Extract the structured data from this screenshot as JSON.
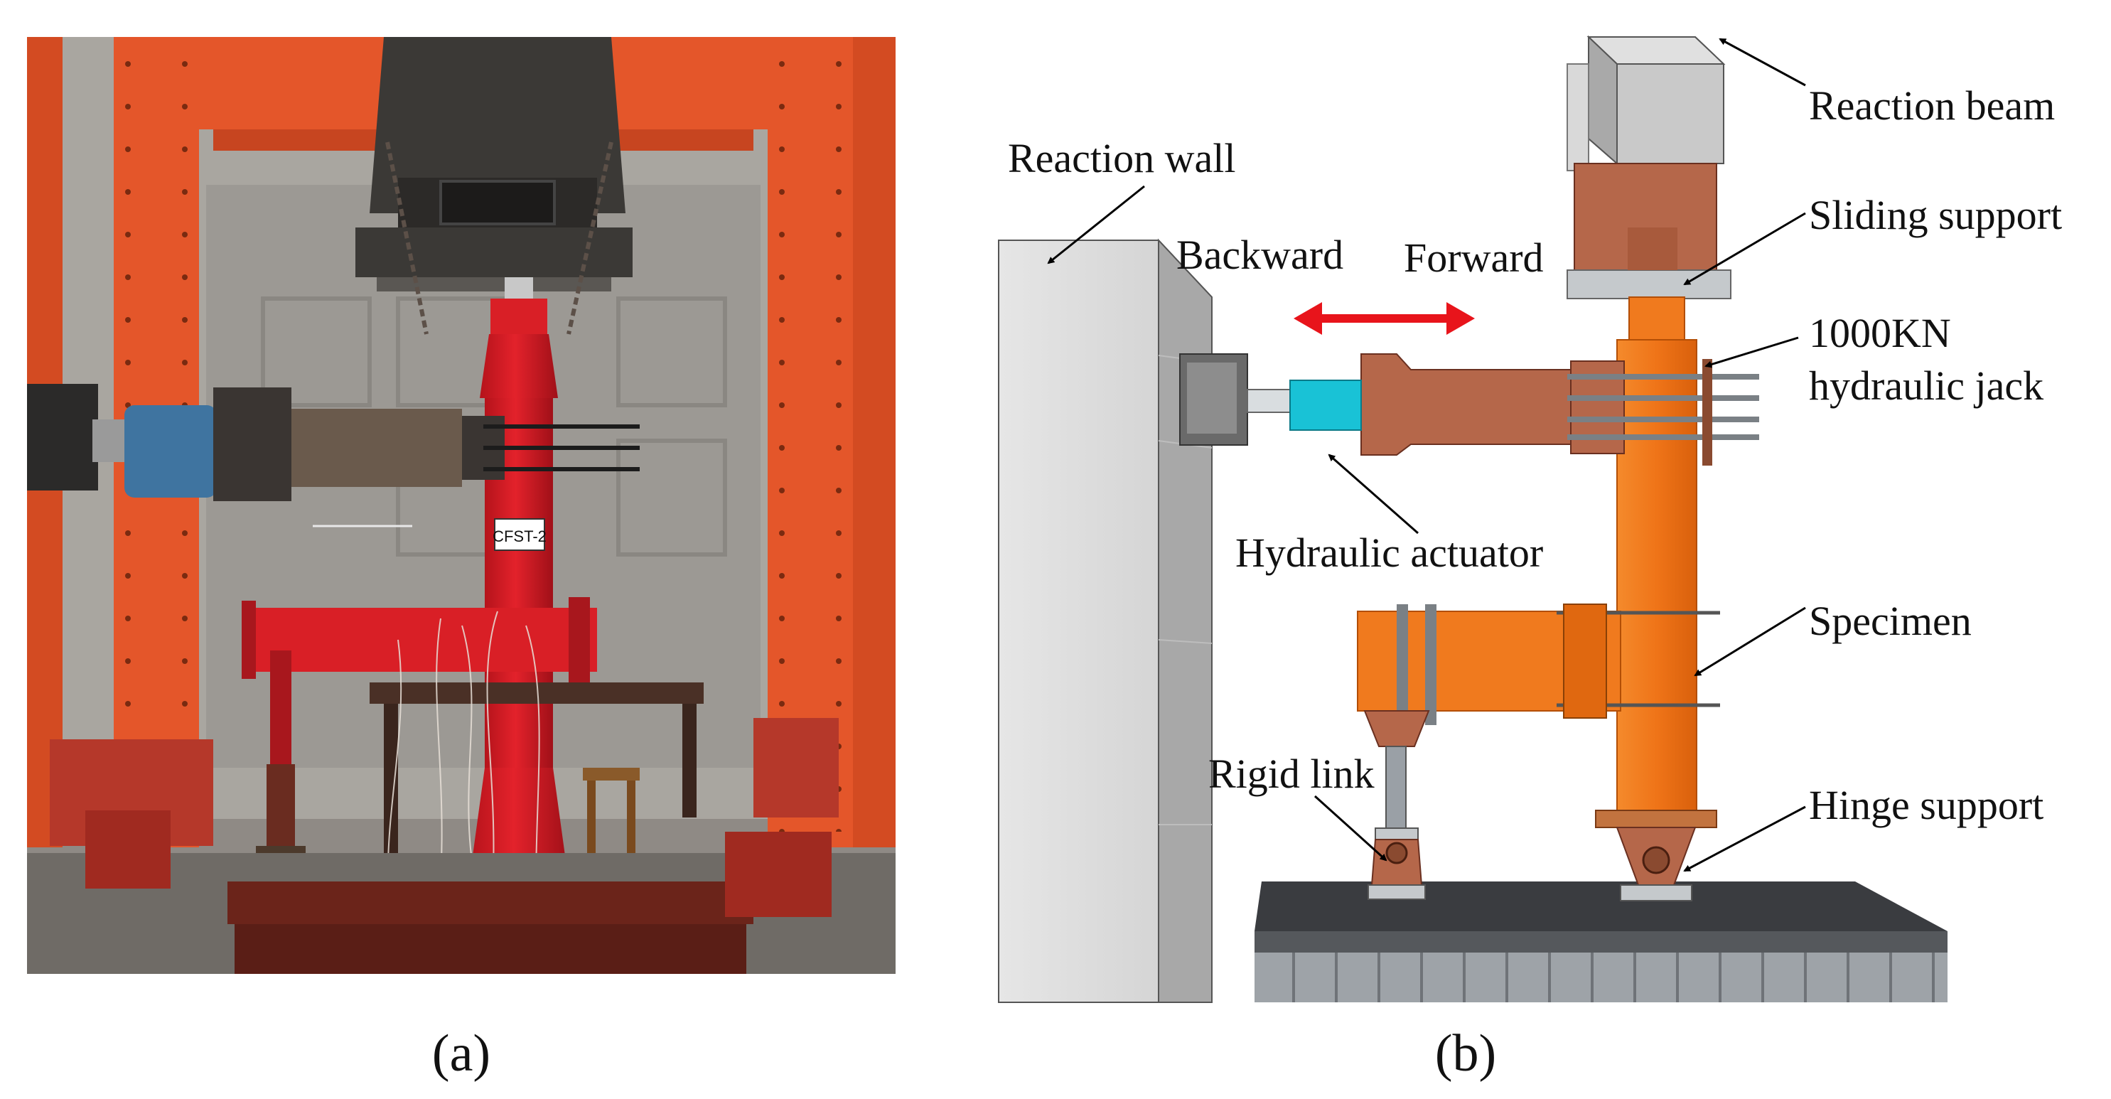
{
  "panels": [
    {
      "label": "a",
      "text": "(a)"
    },
    {
      "label": "b",
      "text": "(b)"
    }
  ],
  "photo": {
    "specimen_tag": "CFST-2"
  },
  "diagram": {
    "labels": {
      "reaction_beam": "Reaction beam",
      "reaction_wall": "Reaction wall",
      "sliding_support": "Sliding support",
      "backward": "Backward",
      "forward": "Forward",
      "jack_line1": "1000KN",
      "jack_line2": "hydraulic jack",
      "hydraulic_actuator": "Hydraulic actuator",
      "specimen": "Specimen",
      "rigid_link": "Rigid link",
      "hinge_support": "Hinge support"
    },
    "colors": {
      "steel_orange": "#f07a1e",
      "rusty_brown": "#b5674a",
      "concrete": "#d9d9d9",
      "actuator_cyan": "#19c2d6",
      "arrow_red": "#e8141b",
      "base_dark": "#3a3c40",
      "photo_red": "#d81f26",
      "frame_orange": "#e4562a"
    }
  }
}
